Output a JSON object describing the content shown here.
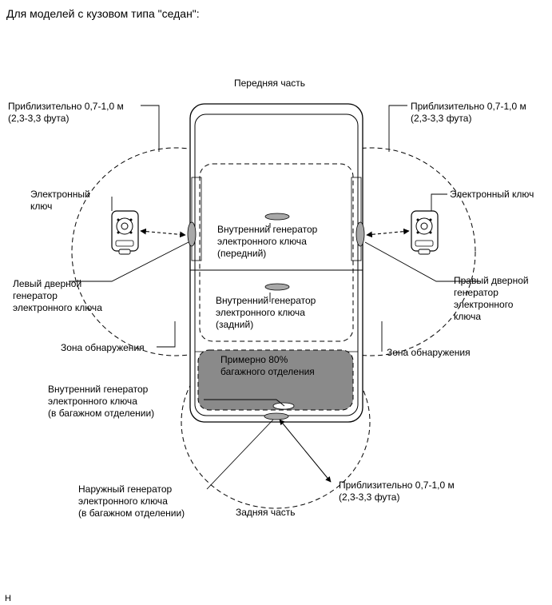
{
  "title": "Для моделей с кузовом типа \"седан\":",
  "front_label": "Передняя часть",
  "rear_label": "Задняя часть",
  "left_distance": {
    "line1": "Приблизительно 0,7-1,0 м",
    "line2": "(2,3-3,3 фута)"
  },
  "right_distance": {
    "line1": "Приблизительно 0,7-1,0 м",
    "line2": "(2,3-3,3 фута)"
  },
  "rear_distance": {
    "line1": "Приблизительно 0,7-1,0 м",
    "line2": "(2,3-3,3 фута)"
  },
  "left_key": {
    "line1": "Электронный",
    "line2": "ключ"
  },
  "right_key": {
    "line1": "Электронный ключ"
  },
  "left_door_gen": {
    "line1": "Левый дверной",
    "line2": "генератор",
    "line3": "электронного ключа"
  },
  "right_door_gen": {
    "line1": "Правый дверной",
    "line2": "генератор",
    "line3": "электронного",
    "line4": "ключа"
  },
  "interior_front": {
    "line1": "Внутренний генератор",
    "line2": "электронного ключа",
    "line3": "(передний)"
  },
  "interior_rear": {
    "line1": "Внутренний генератор",
    "line2": "электронного ключа",
    "line3": "(задний)"
  },
  "trunk_area": {
    "line1": "Примерно 80%",
    "line2": "багажного отделения"
  },
  "trunk_interior_gen": {
    "line1": "Внутренний генератор",
    "line2": "электронного ключа",
    "line3": "(в багажном отделении)"
  },
  "trunk_exterior_gen": {
    "line1": "Наружный генератор",
    "line2": "электронного ключа",
    "line3": "(в багажном отделении)"
  },
  "left_zone": "Зона обнаружения",
  "right_zone": "Зона обнаружения",
  "corner_mark": "H",
  "colors": {
    "trunk_fill": "#8a8a8a",
    "generator_fill": "#a8a8a8",
    "line": "#000000"
  }
}
